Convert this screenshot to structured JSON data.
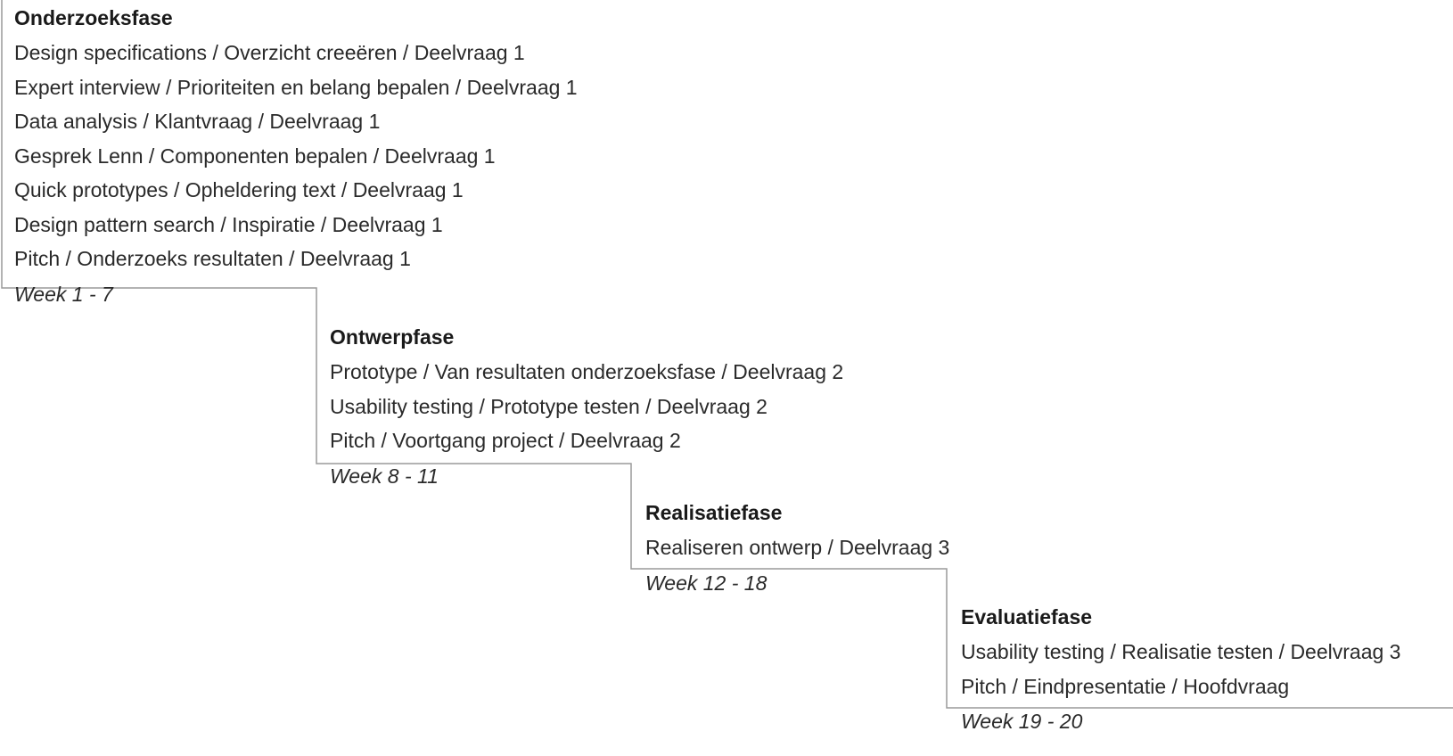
{
  "phases": [
    {
      "title": "Onderzoeksfase",
      "items": [
        "Design specifications / Overzicht creeëren / Deelvraag 1",
        "Expert interview / Prioriteiten en belang bepalen / Deelvraag 1",
        "Data analysis / Klantvraag / Deelvraag 1",
        "Gesprek Lenn / Componenten bepalen / Deelvraag 1",
        "Quick prototypes / Opheldering text / Deelvraag 1",
        "Design pattern search / Inspiratie / Deelvraag 1",
        "Pitch / Onderzoeks resultaten / Deelvraag 1"
      ],
      "weeks": "Week 1 - 7"
    },
    {
      "title": "Ontwerpfase",
      "items": [
        "Prototype / Van resultaten onderzoeksfase / Deelvraag 2",
        "Usability testing / Prototype testen / Deelvraag 2",
        "Pitch / Voortgang project / Deelvraag 2"
      ],
      "weeks": "Week 8 - 11"
    },
    {
      "title": "Realisatiefase",
      "items": [
        "Realiseren ontwerp / Deelvraag 3"
      ],
      "weeks": "Week 12 - 18"
    },
    {
      "title": "Evaluatiefase",
      "items": [
        "Usability testing / Realisatie testen / Deelvraag 3",
        "Pitch / Eindpresentatie / Hoofdvraag"
      ],
      "weeks": "Week 19 - 20"
    }
  ],
  "colors": {
    "stair_line": "#9a9a9a",
    "text": "#2a2a2a",
    "title": "#1a1a1a"
  }
}
